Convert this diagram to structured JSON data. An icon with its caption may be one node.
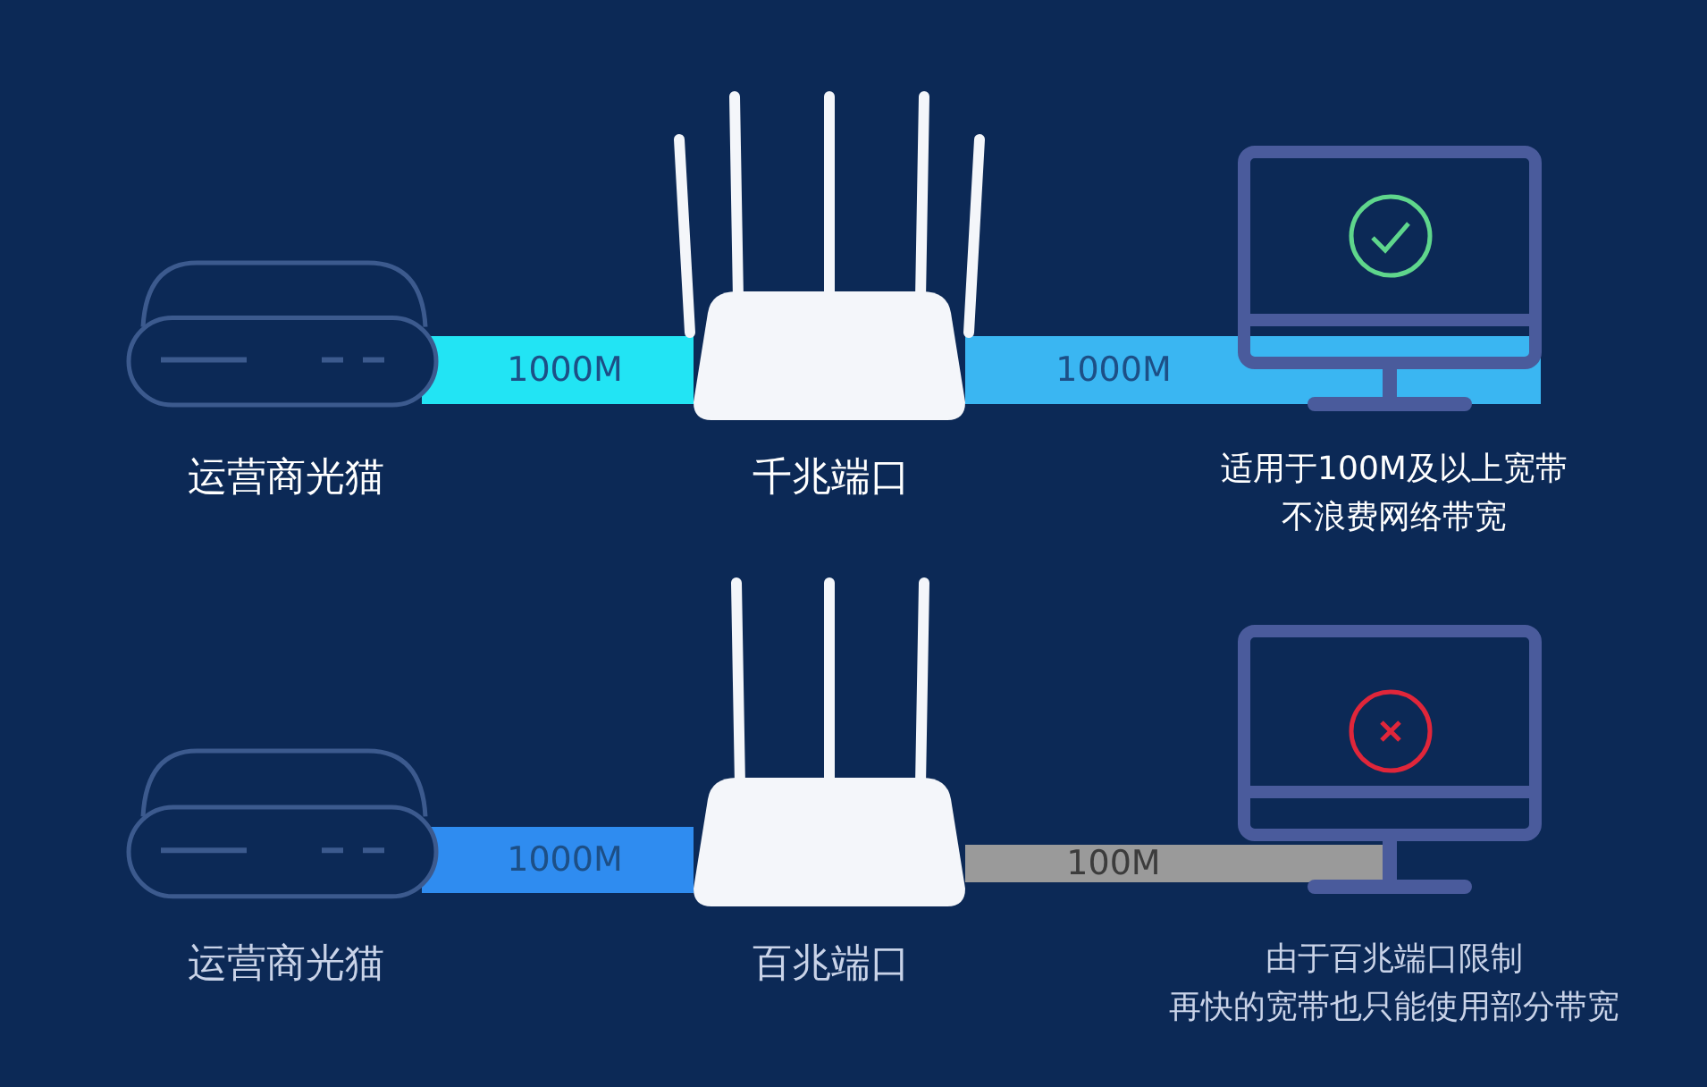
{
  "diagram": {
    "nodes": [
      {
        "text": [
          "运营商光猫"
        ]
      },
      {
        "text": [
          "千兆端口"
        ]
      },
      {
        "text": [
          "适用于100M及以上宽带",
          "不浪费网络带宽"
        ]
      },
      {
        "text": [
          "运营商光猫"
        ]
      },
      {
        "text": [
          "百兆端口"
        ]
      },
      {
        "text": [
          "由于百兆端口限制",
          "再快的宽带也只能使用部分带宽"
        ]
      }
    ],
    "edges": [
      {
        "from": 0,
        "to": 1,
        "arrow": "none",
        "label": "1000M",
        "color": "#22e4f4"
      },
      {
        "from": 1,
        "to": 2,
        "arrow": "none",
        "label": "1000M",
        "color": "#3ab6f2"
      },
      {
        "from": 3,
        "to": 4,
        "arrow": "none",
        "label": "1000M",
        "color": "#2f8cf0"
      },
      {
        "from": 4,
        "to": 5,
        "arrow": "none",
        "label": "100M",
        "color": "#9a9a9a"
      }
    ]
  }
}
